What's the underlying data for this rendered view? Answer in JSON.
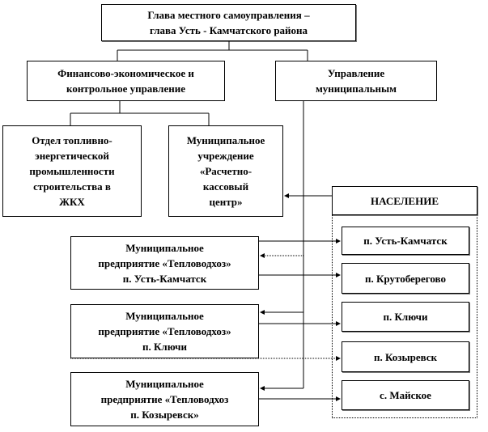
{
  "head": "Глава местного самоуправления –\nглава Усть - Камчатского района",
  "finance_dept": "Финансово-экономическое и\nконтрольное управление",
  "municipal_mgmt": "Управление\nмуниципальным",
  "fuel_dept": "Отдел топливно-\nэнергетической\nпромышленности\nстроительства в\nЖКХ",
  "settlement_center": "Муниципальное\nучреждение\n«Расчетно-\nкассовый\nцентр»",
  "population": {
    "title": "НАСЕЛЕНИЕ",
    "villages": [
      "п. Усть-Камчатск",
      "п. Крутоберегово",
      "п. Ключи",
      "п. Козыревск",
      "с. Майское"
    ]
  },
  "enterprises": [
    "Муниципальное\nпредприятие «Тепловодхоз»\nп. Усть-Камчатск",
    "Муниципальное\nпредприятие «Тепловодхоз»\nп. Ключи",
    "Муниципальное\nпредприятие «Тепловодхоз\nп. Козыревск»"
  ]
}
